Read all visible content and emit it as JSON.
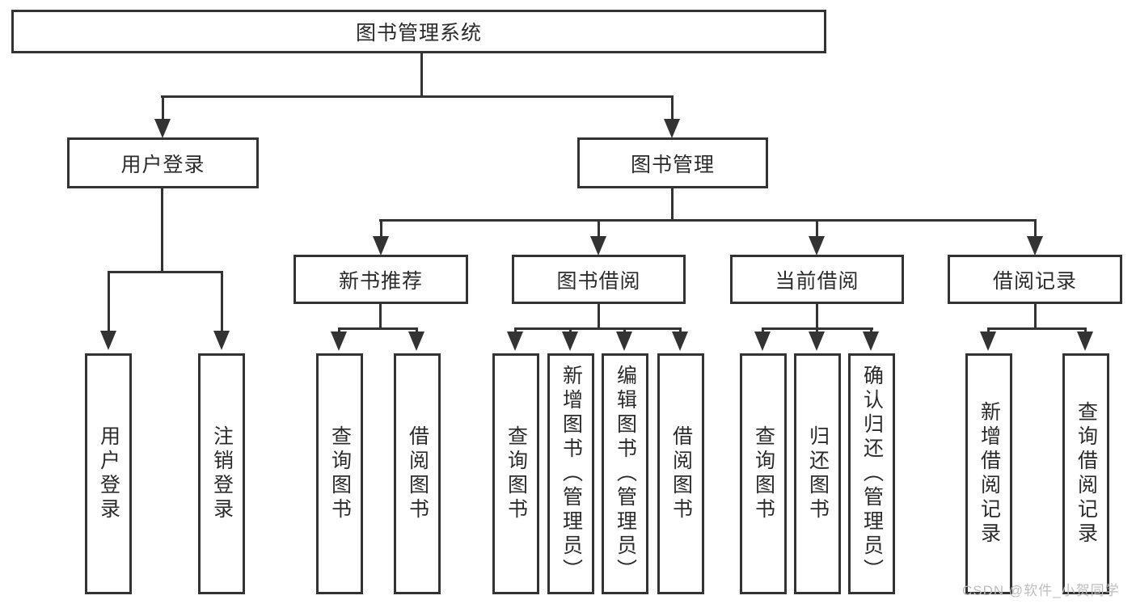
{
  "tree": {
    "root": {
      "label": "图书管理系统"
    },
    "branches": [
      {
        "label": "用户登录",
        "children": [
          {
            "label": "用户登录"
          },
          {
            "label": "注销登录"
          }
        ]
      },
      {
        "label": "图书管理",
        "children": [
          {
            "label": "新书推荐",
            "children": [
              {
                "label": "查询图书"
              },
              {
                "label": "借阅图书"
              }
            ]
          },
          {
            "label": "图书借阅",
            "children": [
              {
                "label": "查询图书"
              },
              {
                "label": "新增图书（管理员）"
              },
              {
                "label": "编辑图书（管理员）"
              },
              {
                "label": "借阅图书"
              }
            ]
          },
          {
            "label": "当前借阅",
            "children": [
              {
                "label": "查询图书"
              },
              {
                "label": "归还图书"
              },
              {
                "label": "确认归还（管理员）"
              }
            ]
          },
          {
            "label": "借阅记录",
            "children": [
              {
                "label": "新增借阅记录"
              },
              {
                "label": "查询借阅记录"
              }
            ]
          }
        ]
      }
    ]
  },
  "watermark": "CSDN @软件_小贺同学",
  "colors": {
    "line": "#333333",
    "text": "#2b2b2b",
    "watermark": "#bdbdbd",
    "background": "#ffffff"
  }
}
